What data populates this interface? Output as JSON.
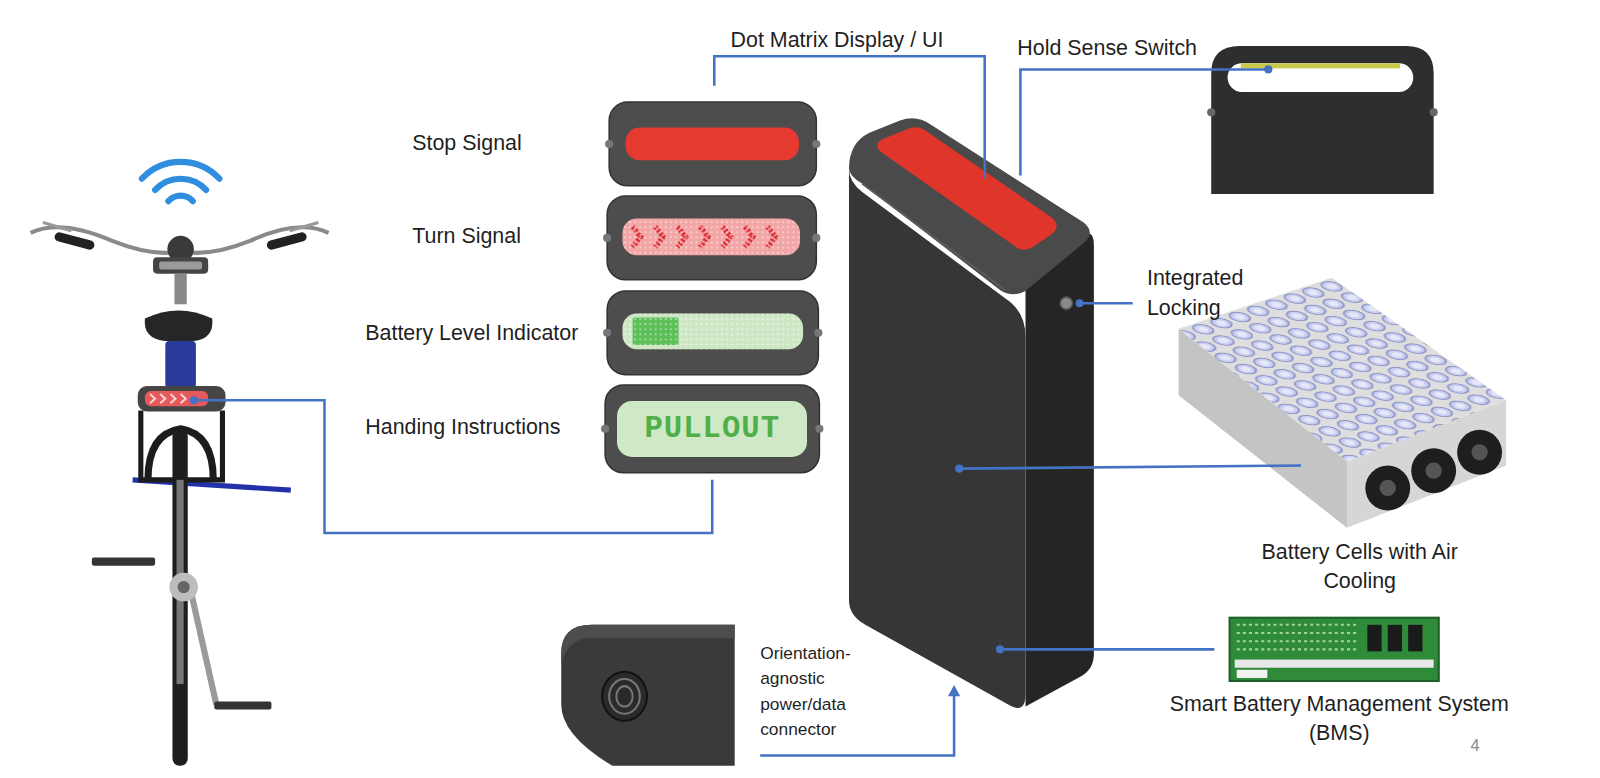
{
  "diagram": {
    "nodes": [
      {
        "text": [
          "PULLOUT"
        ]
      }
    ],
    "labels": [
      "Dot Matrix Display / UI",
      "Hold Sense Switch",
      "Stop Signal",
      "Turn Signal",
      "Battery Level Indicator",
      "Handing Instructions",
      "Integrated Locking",
      "Battery Cells with Air Cooling",
      "Smart Battery Management System (BMS)",
      "Orientation-agnostic power/data connector",
      "4"
    ]
  }
}
